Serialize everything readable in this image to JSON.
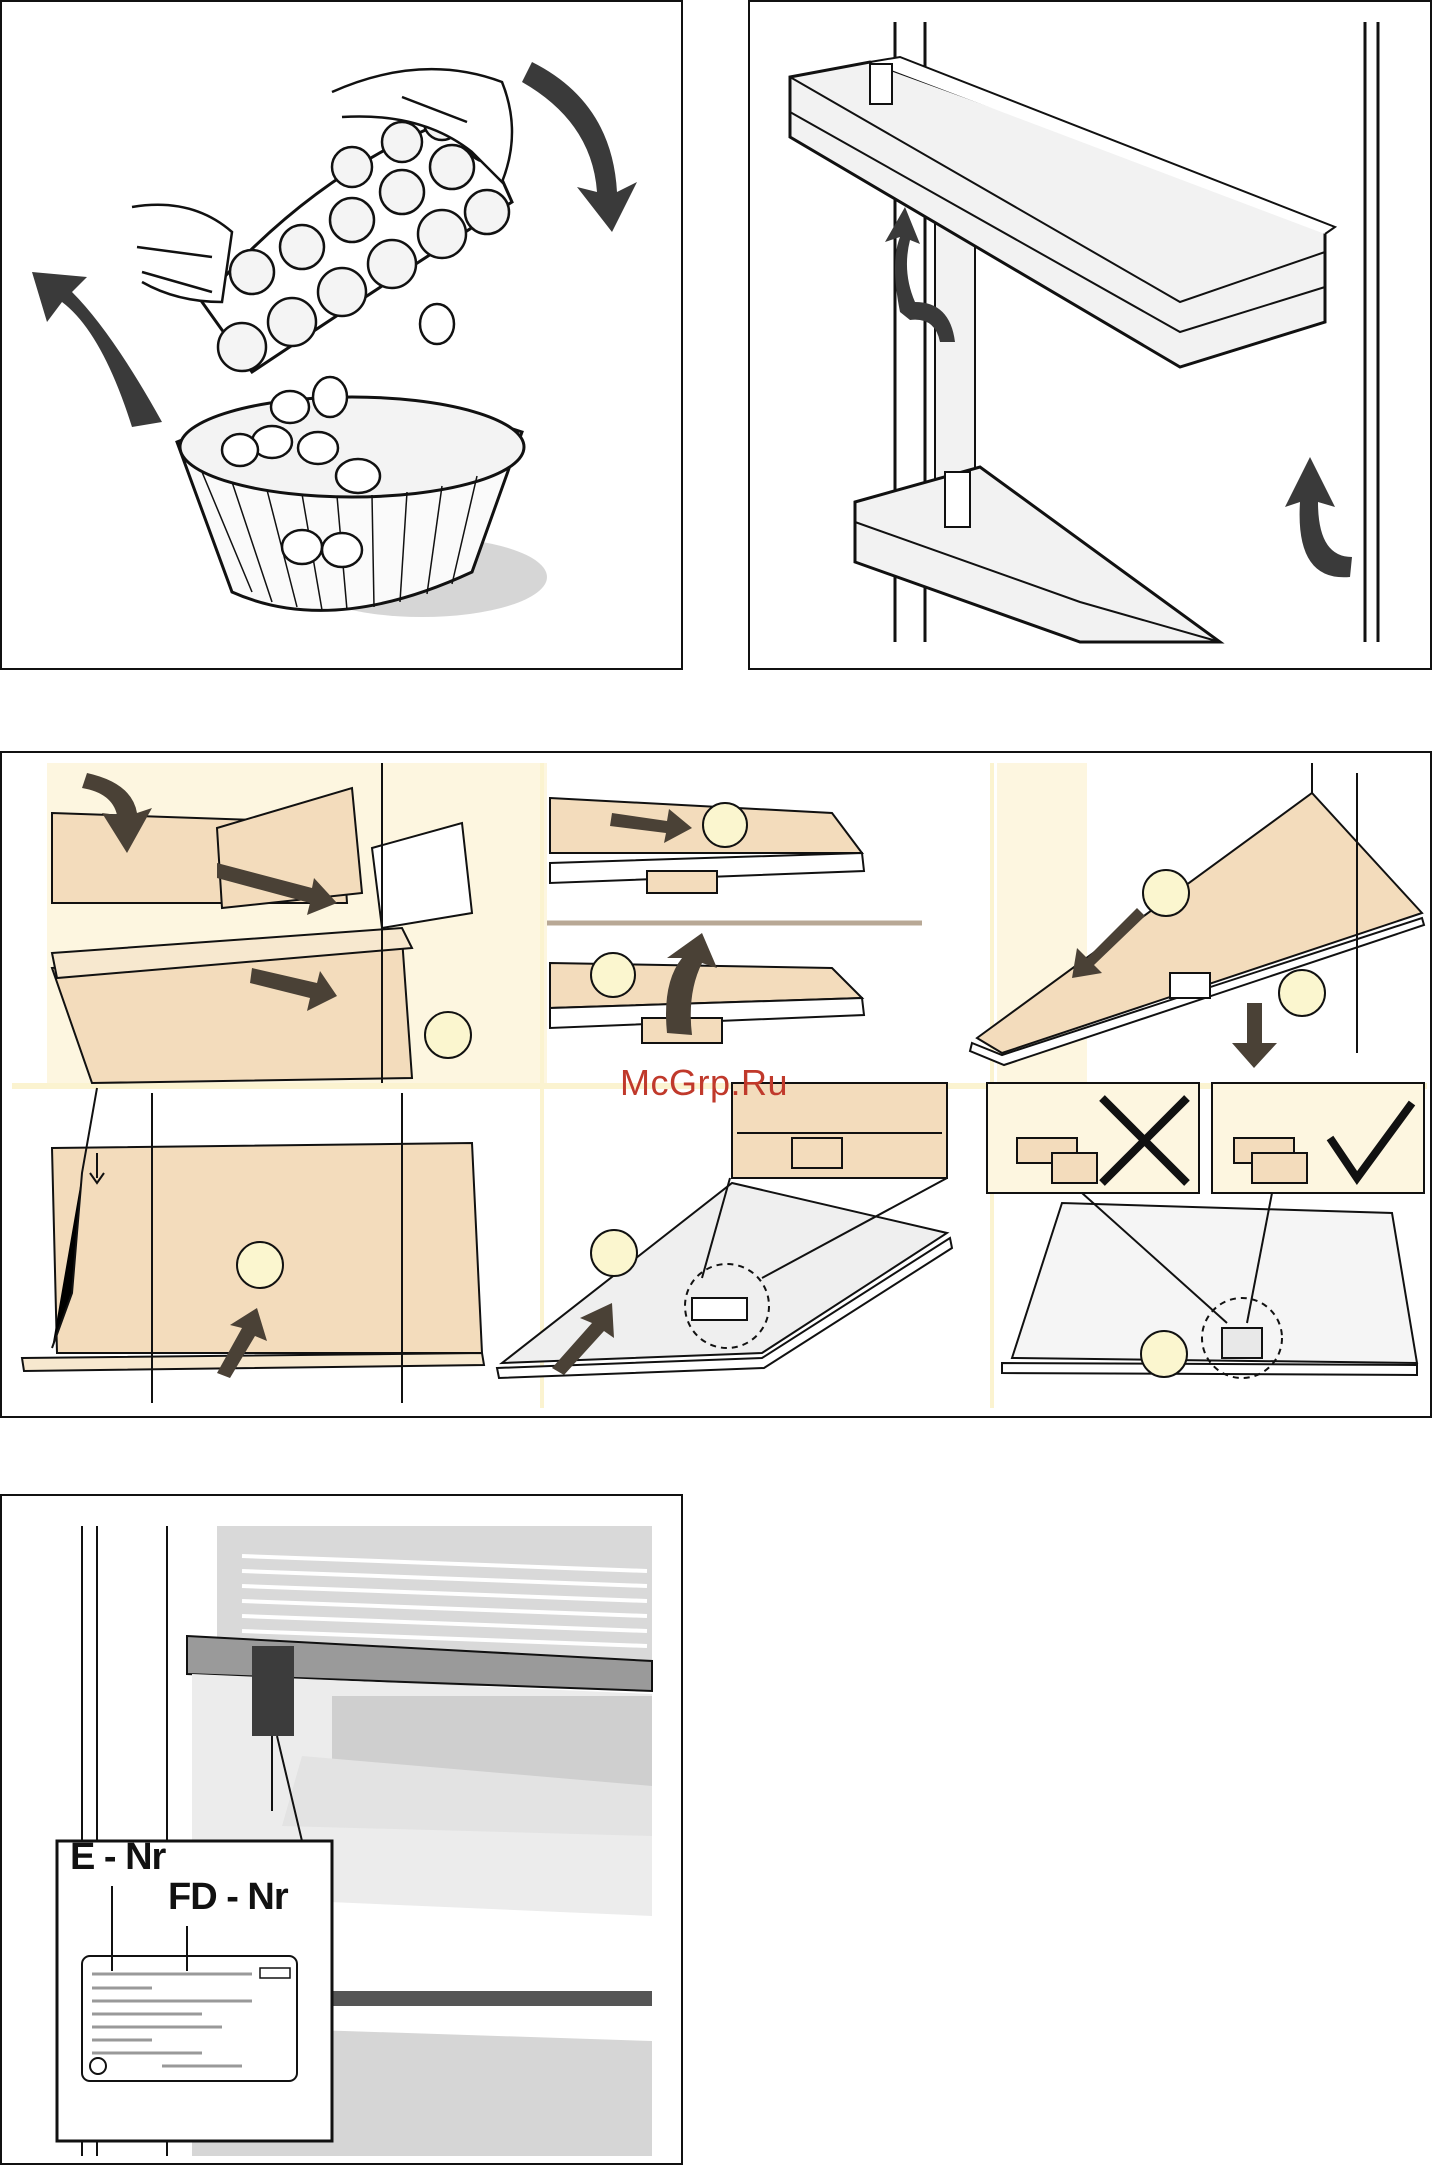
{
  "watermark": "McGrp.Ru",
  "rating_plate": {
    "e_nr_label": "E - Nr",
    "fd_nr_label": "FD - Nr"
  },
  "colors": {
    "shelf_fill": "#f3dcbc",
    "arrow": "#4a4136",
    "step_circle": "#fbf6cf",
    "cabinet_wall": "#fdf6e0",
    "watermark": "#c0392b"
  }
}
